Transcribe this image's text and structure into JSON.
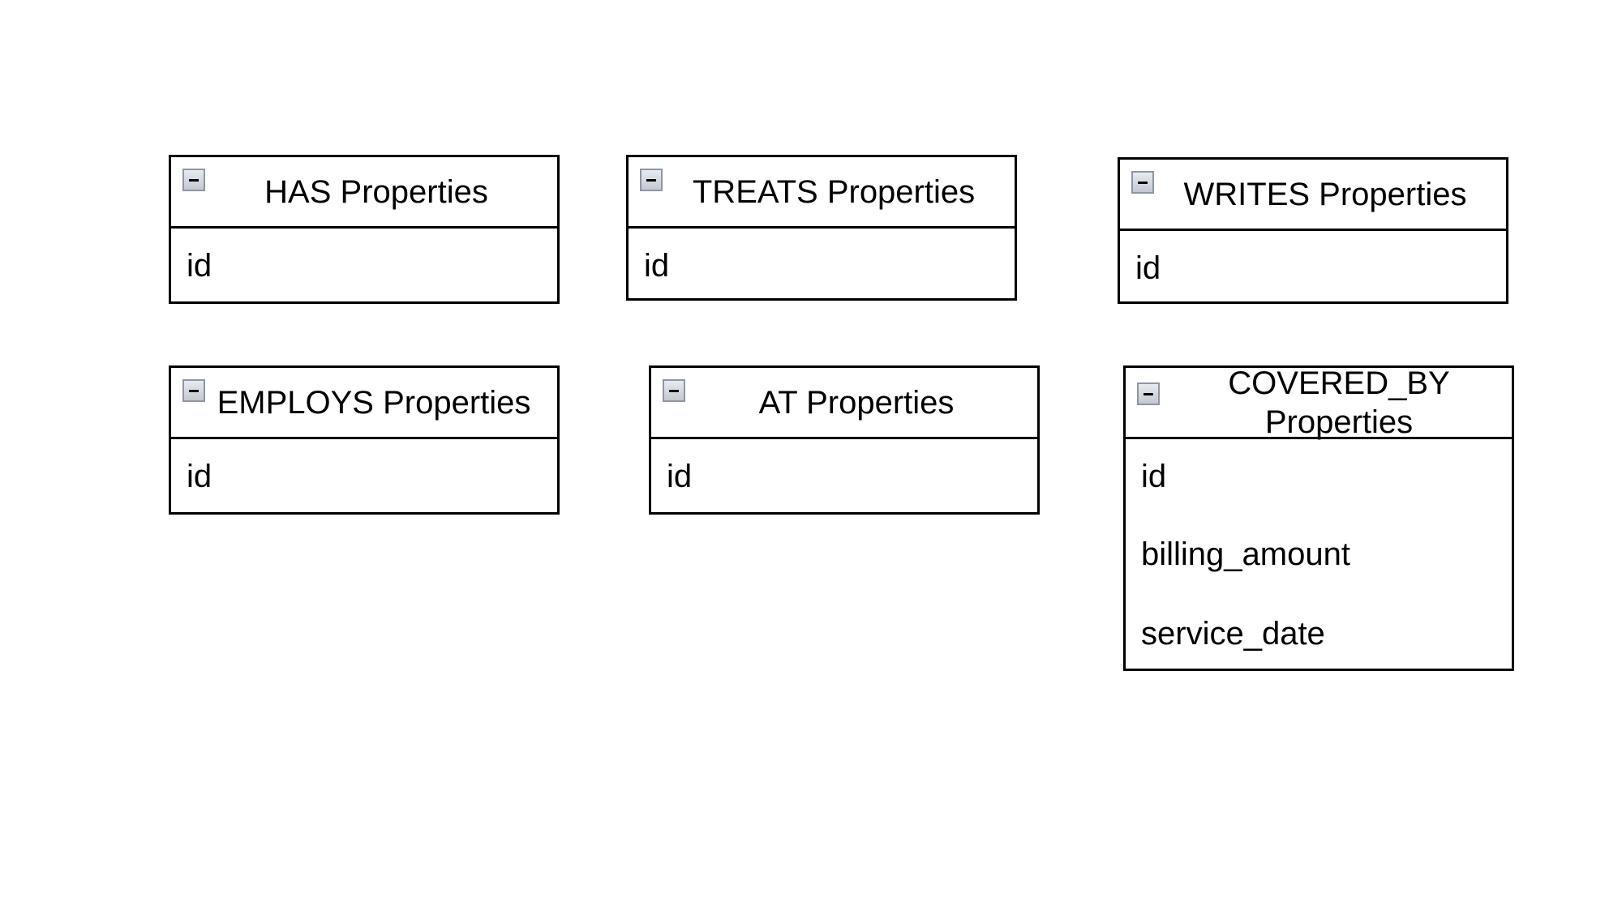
{
  "diagram": {
    "entities": [
      {
        "key": "has",
        "title": "HAS Properties",
        "properties": [
          "id"
        ]
      },
      {
        "key": "treats",
        "title": "TREATS Properties",
        "properties": [
          "id"
        ]
      },
      {
        "key": "writes",
        "title": "WRITES Properties",
        "properties": [
          "id"
        ]
      },
      {
        "key": "employs",
        "title": "EMPLOYS Properties",
        "properties": [
          "id"
        ]
      },
      {
        "key": "at",
        "title": "AT Properties",
        "properties": [
          "id"
        ]
      },
      {
        "key": "covered-by",
        "title": "COVERED_BY Properties",
        "properties": [
          "id",
          "billing_amount",
          "service_date"
        ]
      }
    ],
    "icons": {
      "collapse": "minus-collapse-icon"
    },
    "colors": {
      "border": "#000000",
      "icon_border": "#8f96a3",
      "background": "#ffffff"
    }
  }
}
